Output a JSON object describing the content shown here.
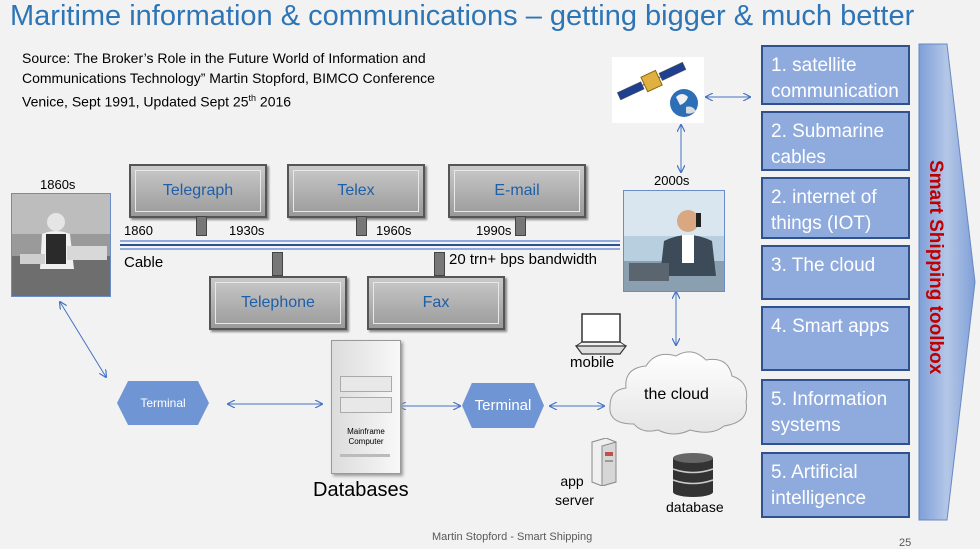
{
  "slide": {
    "title": "Maritime information & communications – getting bigger & much better",
    "source_lines": [
      "Source: The Broker’s Role in the Future World of Information and",
      "Communications Technology” Martin Stopford, BIMCO Conference",
      "Venice, Sept 1991, Updated Sept 25",
      "th",
      " 2016"
    ],
    "footer": "Martin Stopford - Smart Shipping",
    "page_number": "25"
  },
  "timeline": {
    "top_boxes": [
      "Telegraph",
      "Telex",
      "E-mail"
    ],
    "bottom_boxes": [
      "Telephone",
      "Fax"
    ],
    "years": [
      "1860",
      "1930s",
      "1960s",
      "1990s"
    ],
    "cable_label": "Cable",
    "bandwidth_label": "20 trn+ bps bandwidth",
    "era_left": "1860s",
    "era_right": "2000s"
  },
  "network": {
    "terminal_left": "Terminal",
    "terminal_mid": "Terminal",
    "mainframe_line1": "Mainframe",
    "mainframe_line2": "Computer",
    "databases_label": "Databases",
    "mobile_label": "mobile",
    "cloud_label": "the cloud",
    "app_server_line1": "app",
    "app_server_line2": "server",
    "database_label": "database"
  },
  "toolbox": {
    "arrow_label": "Smart Shipping toolbox",
    "items": [
      "1. satellite communication",
      "2. Submarine cables",
      "2. internet of things (IOT)",
      "3. The cloud",
      "4. Smart apps",
      "5. Information systems",
      "5. Artificial intelligence"
    ]
  },
  "colors": {
    "title": "#2e75b6",
    "box_text": "#1f5fa8",
    "toolbox_fill": "#8faadc",
    "toolbox_border": "#2f528f",
    "arrow_text": "#c00000",
    "terminal_fill": "#6f95d4",
    "connector": "#4472c4"
  }
}
